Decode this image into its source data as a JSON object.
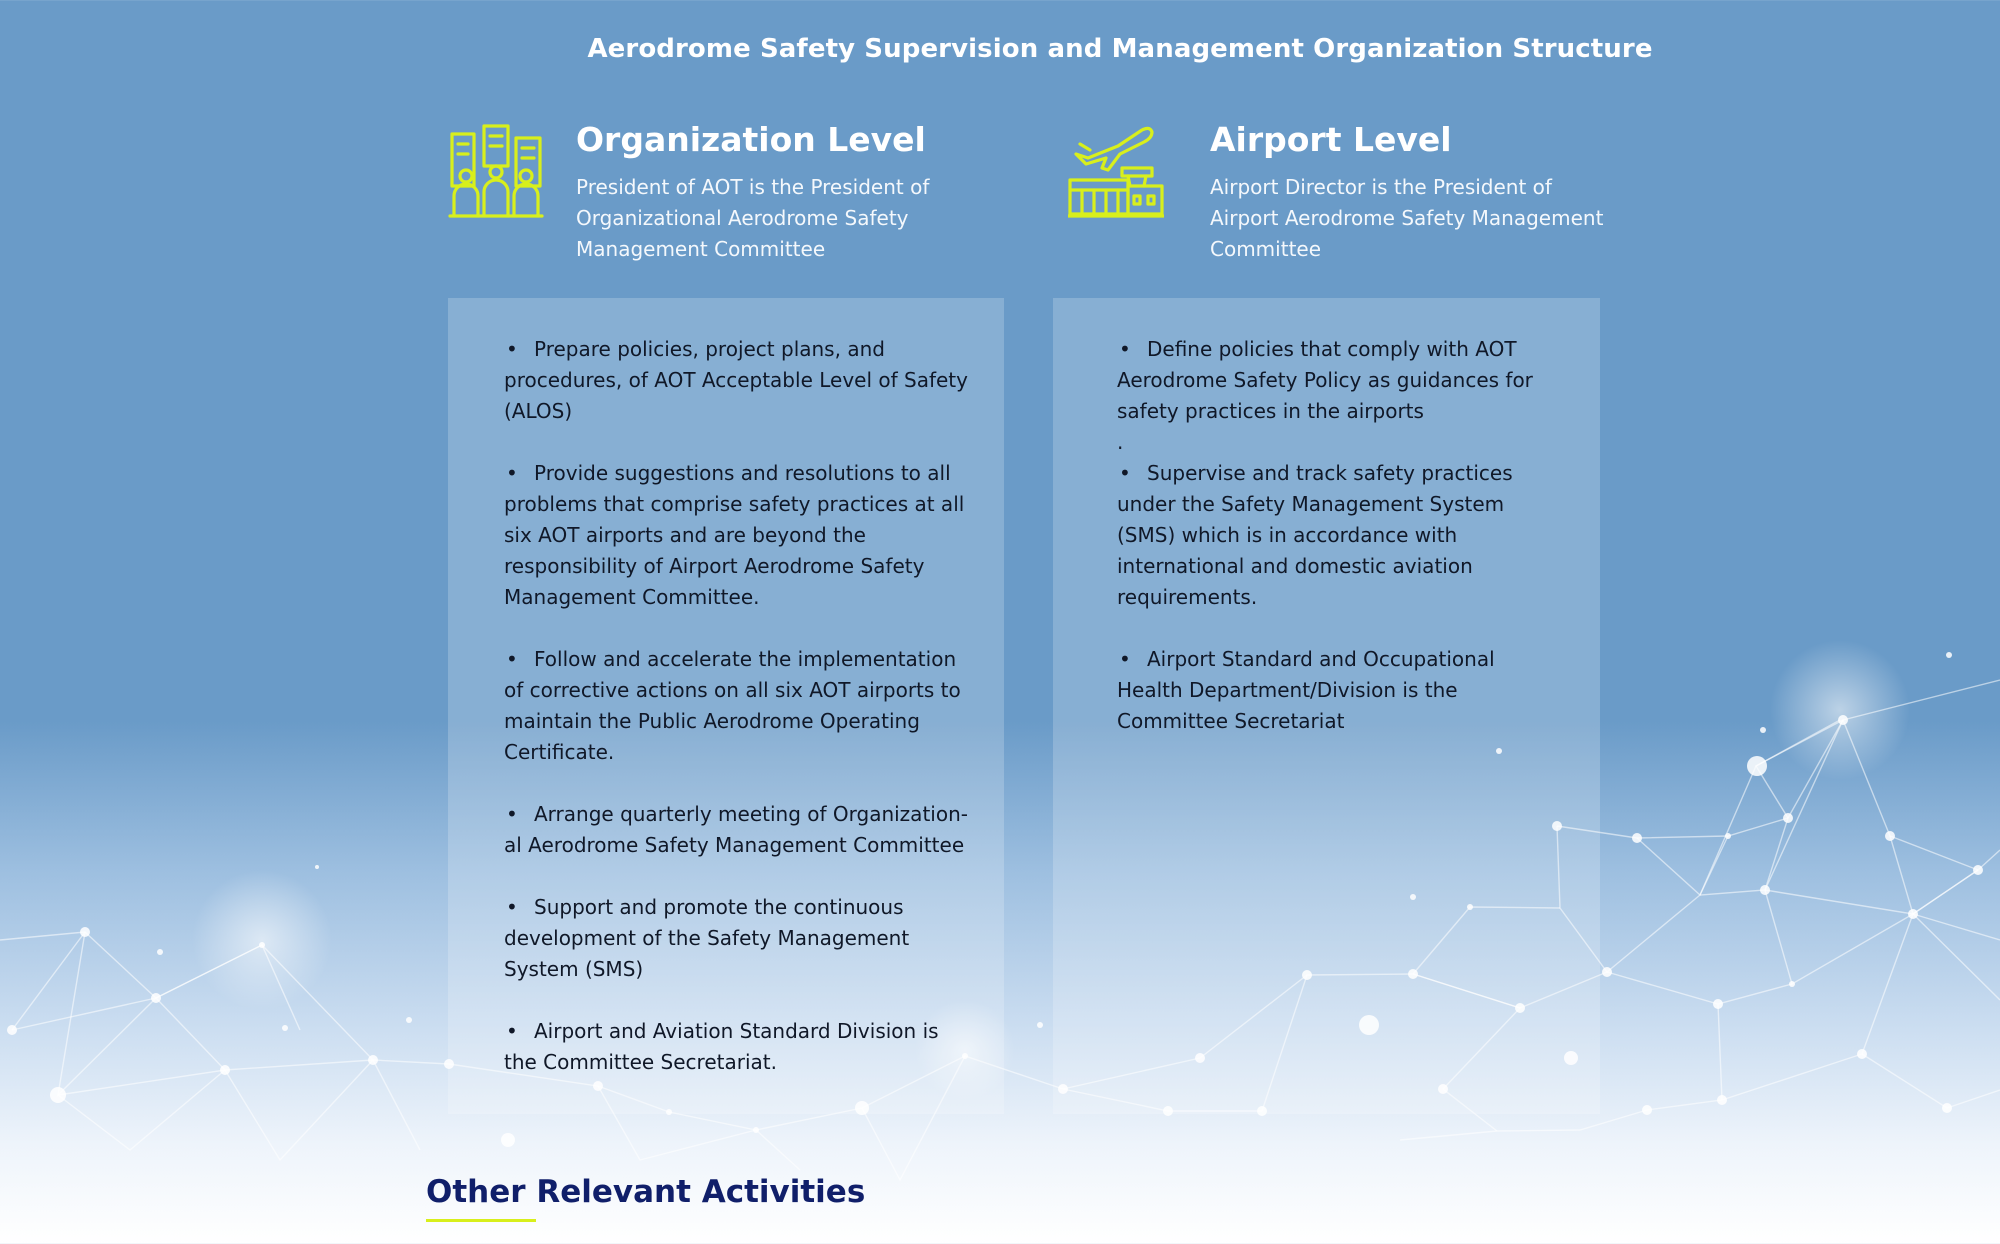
{
  "page_title": "Aerodrome Safety Supervision and Management Organization Structure",
  "accent_color": "#d8ef1c",
  "organization": {
    "icon": "city-team-icon",
    "heading": "Organization Level",
    "description": "President of AOT is the President of Organizational Aerodrome Safety Management Committee",
    "items": [
      "Prepare policies, project plans, and procedures, of AOT Acceptable Level of Safety (ALOS)",
      "Provide suggestions and resolutions to all problems that comprise safety practices at all six AOT airports and are beyond the responsibility of Airport Aerodrome Safety Management Committee.",
      "Follow and accelerate the implementation of corrective actions on all six AOT airports to maintain the Public Aerodrome Operating Certificate.",
      "Arrange quarterly meeting of Organization-al Aerodrome Safety Management Committee",
      "Support and promote the continuous development of the Safety Management System (SMS)",
      "Airport and Aviation Standard Division is the Committee Secretariat."
    ]
  },
  "airport": {
    "icon": "airport-plane-icon",
    "heading": "Airport Level",
    "description": "Airport Director is the President of Airport Aerodrome Safety Management Committee",
    "items": [
      "Define policies that comply with AOT Aerodrome Safety Policy as guidances for safety practices in the airports",
      "Supervise and track safety practices under the Safety Management System (SMS) which is in accordance with international and domestic aviation requirements.",
      "Airport Standard and Occupational Health Department/Division is the Committee Secretariat"
    ],
    "stray_dot": "."
  },
  "bullet_char": "•",
  "other_section": {
    "title": "Other Relevant Activities"
  }
}
